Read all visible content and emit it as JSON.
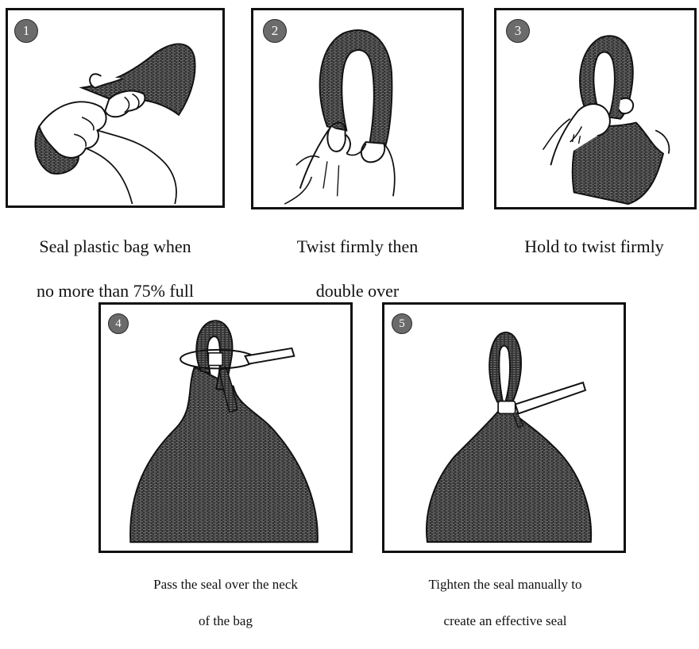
{
  "steps": [
    {
      "number": "1",
      "caption_line1": "Seal plastic bag when",
      "caption_line2": "no more than 75% full"
    },
    {
      "number": "2",
      "caption_line1": "Twist firmly then",
      "caption_line2": "double over"
    },
    {
      "number": "3",
      "caption_line1": "Hold to twist firmly",
      "caption_line2": ""
    },
    {
      "number": "4",
      "caption_line1": "Pass the seal over the neck",
      "caption_line2": "of the bag"
    },
    {
      "number": "5",
      "caption_line1": "Tighten the seal manually to",
      "caption_line2": "create an effective seal"
    }
  ],
  "colors": {
    "frame": "#111111",
    "badge": "#6b6b6b",
    "bag_fill": "#3a3a3a"
  }
}
